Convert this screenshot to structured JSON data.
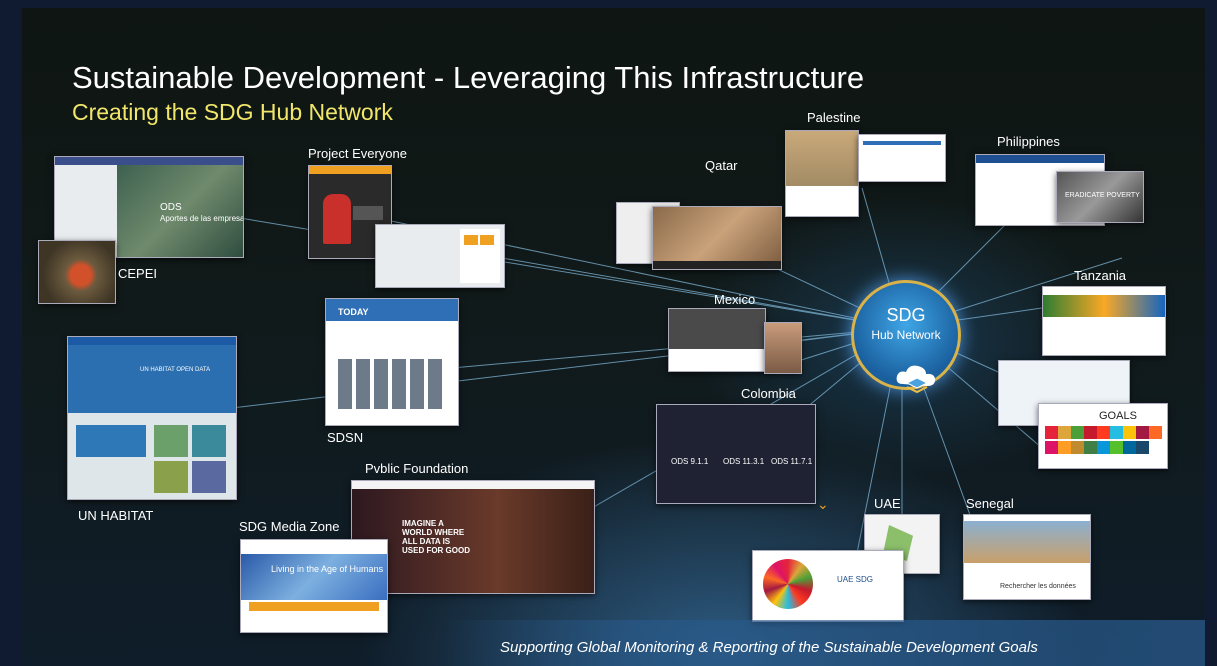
{
  "slide": {
    "title": "Sustainable Development - Leveraging This Infrastructure",
    "subtitle": "Creating the SDG Hub Network",
    "footer": "Supporting Global Monitoring & Reporting of the Sustainable Development Goals"
  },
  "hub": {
    "title": "SDG",
    "subtitle": "Hub Network",
    "icon": "cloud-layers-icon"
  },
  "sites": {
    "cepei": "CEPEI",
    "project_everyone": "Project Everyone",
    "qatar": "Qatar",
    "palestine": "Palestine",
    "philippines": "Philippines",
    "tanzania": "Tanzania",
    "mexico": "Mexico",
    "colombia": "Colombia",
    "sdsn": "SDSN",
    "un_habitat": "UN HABITAT",
    "pvblic_foundation": "Pvblic Foundation",
    "sdg_media_zone": "SDG Media Zone",
    "uae": "UAE",
    "senegal": "Senegal"
  },
  "thumbs": {
    "cepei_heading": "ODS",
    "cepei_sub": "Aportes de las empresas",
    "sdsn_heading": "TODAY",
    "habitat_heading": "UN HABITAT OPEN DATA",
    "colombia_ods": [
      "ODS 9.1.1",
      "ODS 11.3.1",
      "ODS 11.7.1"
    ],
    "pvblic_text": "IMAGINE A WORLD WHERE ALL DATA IS USED FOR GOOD",
    "media_zone_text": "Living in the Age of Humans",
    "philippines_text": "ERADICATE POVERTY",
    "tanzania_goals": "GOALS",
    "senegal_text": "Rechercher les données",
    "uae_text": "UAE SDG"
  },
  "colors": {
    "title": "#ffffff",
    "subtitle": "#f2e66a",
    "hub_ring": "#d8b24a",
    "hub_fill": "#2a86c8",
    "sdg_tiles": [
      "#e5243b",
      "#dda63a",
      "#4c9f38",
      "#c5192d",
      "#ff3a21",
      "#26bde2",
      "#fcc30b",
      "#a21942",
      "#fd6925",
      "#dd1367",
      "#fd9d24",
      "#bf8b2e",
      "#3f7e44",
      "#0a97d9",
      "#56c02b",
      "#00689d",
      "#19486a"
    ]
  }
}
